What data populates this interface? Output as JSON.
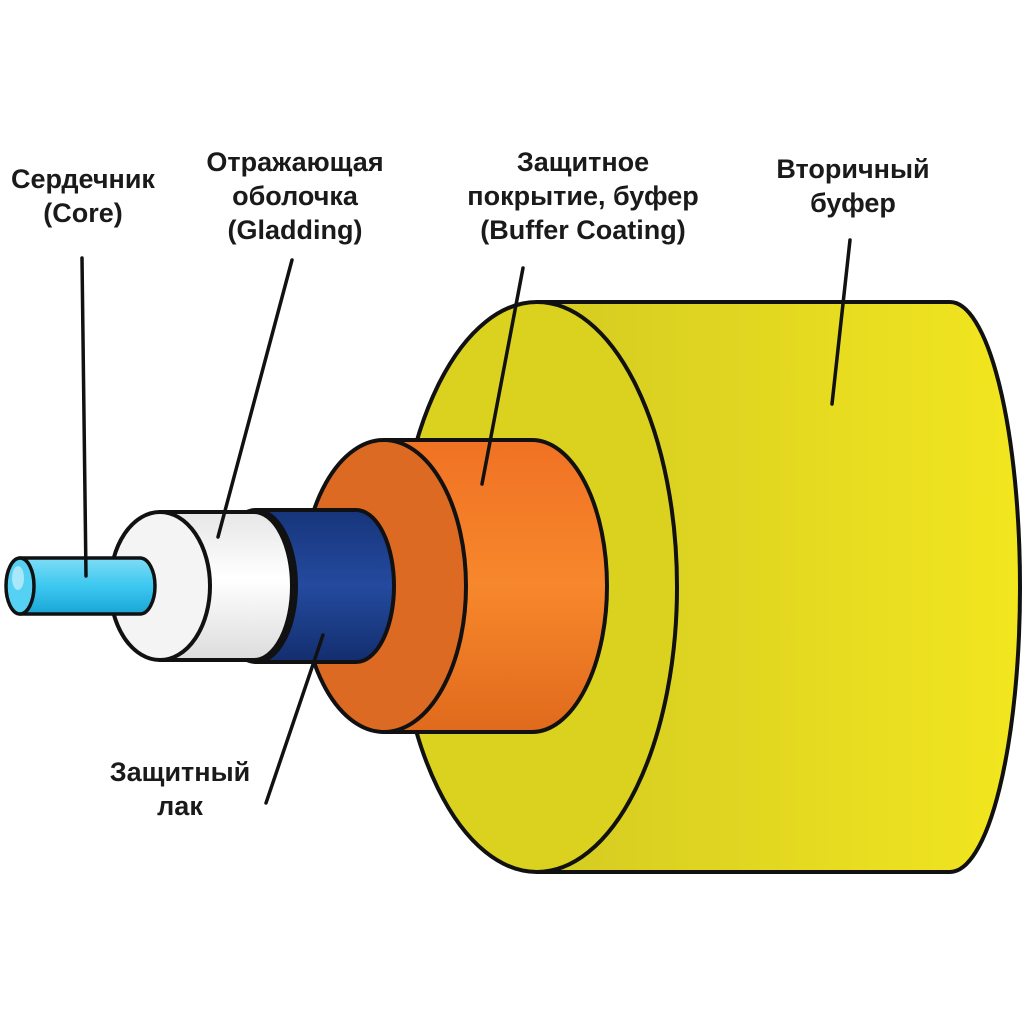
{
  "labels": {
    "core": {
      "line1": "Сердечник",
      "line2": "(Core)"
    },
    "cladding": {
      "line1": "Отражающая",
      "line2": "оболочка",
      "line3": "(Gladding)"
    },
    "buffer_coating": {
      "line1": "Защитное",
      "line2": "покрытие, буфер",
      "line3": "(Buffer Coating)"
    },
    "secondary_buffer": {
      "line1": "Вторичный",
      "line2": "буфер"
    },
    "protective_lacquer": {
      "line1": "Защитный",
      "line2": "лак"
    }
  },
  "colors": {
    "core": "#33c4ee",
    "cladding": "#f2f2f2",
    "lacquer": "#1c3f8c",
    "buffer": "#f07d26",
    "secondary_buffer": "#ede12a",
    "outline": "#111111"
  }
}
